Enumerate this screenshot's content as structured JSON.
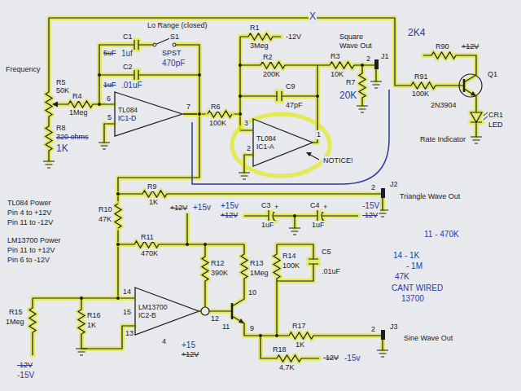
{
  "diagram": {
    "nodes": [
      {
        "text": [
          "TL084",
          "IC1-D"
        ]
      },
      {
        "text": [
          "TL084",
          "IC1-A"
        ]
      },
      {
        "text": [
          "LM13700",
          "IC2-B"
        ]
      }
    ],
    "edges": [
      {
        "from": 0,
        "to": 1,
        "arrow": "none"
      },
      {
        "from": 0,
        "to": 2,
        "arrow": "none"
      }
    ],
    "labels": [
      "Frequency",
      "R5",
      "50K",
      "R4",
      "1Meg",
      "R8",
      "320 ohms",
      "1K",
      "Lo Range (closed)",
      "C1",
      "S1",
      "5uF",
      "1uf",
      "SPST",
      "470pF",
      "C2",
      "1uF",
      ".01uF",
      "6",
      "5",
      "7",
      "R6",
      "100K",
      "R1",
      "-12V",
      "3Meg",
      "R2",
      "200K",
      "C9",
      "47pF",
      "3",
      "2",
      "1",
      "NOTICE!",
      "X",
      "R3",
      "10K",
      "R7",
      "20K",
      "Square Wave Out",
      "J1",
      "2",
      "2K4",
      "R90",
      "+12V",
      "R91",
      "100K",
      "Q1",
      "2N3904",
      "CR1",
      "LED",
      "Rate Indicator",
      "Triangle Wave Out",
      "J2",
      "2",
      "R9",
      "1K",
      "R10",
      "47K",
      "TL084 Power",
      "Pin 4 to +12V",
      "Pin 11 to -12V",
      "LM13700 Power",
      "Pin 11 to +12V",
      "Pin 6 to -12V",
      "+12V",
      "+15v",
      "R11",
      "470K",
      "R12",
      "390K",
      "R13",
      "1Meg",
      "+15v",
      "+12V",
      "C3",
      "+",
      "1uF",
      "C4",
      "+",
      "1uF",
      "-15V",
      "-12V",
      "R14",
      "100K",
      "C5",
      ".01uF",
      "R15",
      "1Meg",
      "R16",
      "1K",
      "-12V",
      "-15V",
      "14",
      "15",
      "13",
      "4",
      "12",
      "10",
      "11",
      "9",
      "+15",
      "+12V",
      "R17",
      "1K",
      "R18",
      "4.7K",
      "-12V",
      "-15v",
      "Sine Wave Out",
      "J3",
      "2",
      "11 - 470K",
      "14 - 1K",
      "- 1M",
      "47K",
      "CANT WIRED",
      "13700"
    ]
  }
}
